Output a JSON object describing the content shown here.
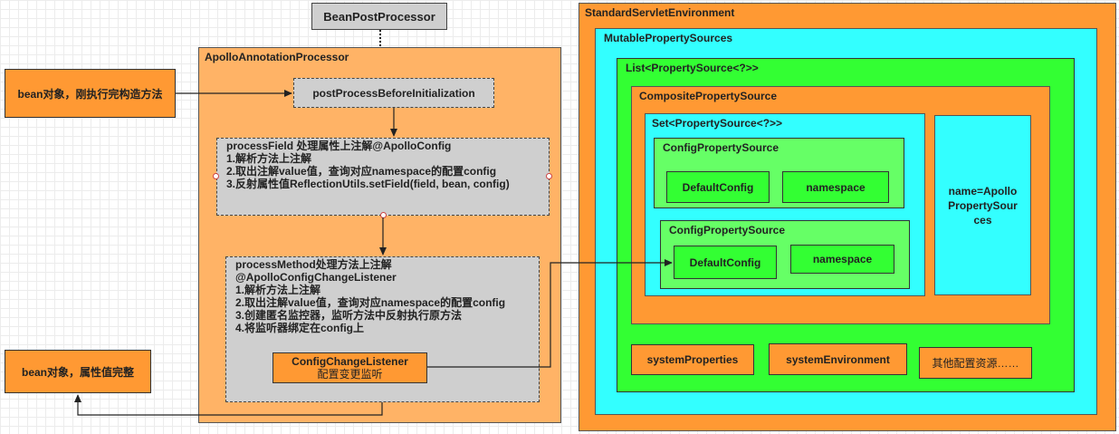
{
  "bean_post_processor": "BeanPostProcessor",
  "apollo_processor": {
    "title": "ApolloAnnotationProcessor",
    "before_init": "postProcessBeforeInitialization",
    "process_field": {
      "lines": [
        "processField 处理属性上注解@ApolloConfig",
        "1.解析方法上注解",
        "2.取出注解value值，查询对应namespace的配置config",
        "3.反射属性值ReflectionUtils.setField(field, bean, config)"
      ]
    },
    "process_method": {
      "lines": [
        "processMethod处理方法上注解",
        "@ApolloConfigChangeListener",
        "1.解析方法上注解",
        "2.取出注解value值，查询对应namespace的配置config",
        "3.创建匿名监控器，监听方法中反射执行原方法",
        "4.将监听器绑定在config上"
      ],
      "listener_line1": "ConfigChangeListener",
      "listener_line2": "配置变更监听"
    }
  },
  "bean_constructed": "bean对象，刚执行完构造方法",
  "bean_complete": "bean对象，属性值完整",
  "environment": {
    "title": "StandardServletEnvironment",
    "mutable_sources": "MutablePropertySources",
    "list_label": "List<PropertySource<?>>",
    "composite": "CompositePropertySource",
    "set_label": "Set<PropertySource<?>>",
    "config_sources": [
      {
        "title": "ConfigPropertySource",
        "left": "DefaultConfig",
        "right": "namespace"
      },
      {
        "title": "ConfigPropertySource",
        "left": "DefaultConfig",
        "right": "namespace"
      }
    ],
    "name_box_lines": [
      "name=Apollo",
      "PropertySour",
      "ces"
    ],
    "bottom_items": [
      "systemProperties",
      "systemEnvironment",
      "其他配置资源……"
    ]
  },
  "colors": {
    "orange": "#ffb366",
    "dark_orange": "#ff9933",
    "cyan": "#33ffff",
    "green": "#33ff33",
    "light_green": "#66ff66",
    "gray": "#cfcfcf"
  }
}
